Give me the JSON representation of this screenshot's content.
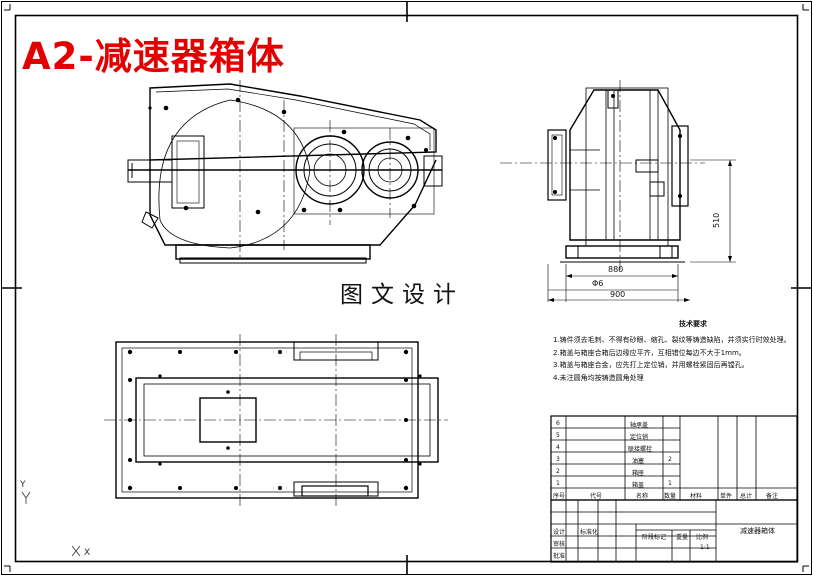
{
  "title": "A2-减速器箱体",
  "watermark": "图文设计",
  "notes": {
    "title": "技术要求",
    "items": [
      "1.铸件须去毛刺、不得有砂眼、缩孔、裂纹等铸造缺陷，并须实行时效处理。",
      "2.箱盖与箱座合箱后边缘应平齐，互相错位每边不大于1mm。",
      "3.箱盖与箱座合金，应先打上定位销，并用螺栓紧固后再镗孔。",
      "4.未注圆角均按铸造圆角处理"
    ]
  },
  "dimensions": {
    "height": "510",
    "width_inner": "880",
    "phi": "Φ6",
    "width_total": "900"
  },
  "parts_table": {
    "rows": [
      {
        "no": "6",
        "name": "轴承盖"
      },
      {
        "no": "5",
        "name": "定位销"
      },
      {
        "no": "4",
        "name": "联接螺栓"
      },
      {
        "no": "3",
        "name": "油塞",
        "qty": "2"
      },
      {
        "no": "2",
        "name": "箱座"
      },
      {
        "no": "1",
        "name": "箱盖",
        "qty": "1"
      }
    ],
    "header": [
      "序号",
      "代号",
      "名称",
      "数量",
      "材料",
      "单件",
      "总计",
      "备注"
    ]
  },
  "title_block": {
    "drawing_name": "减速器箱体",
    "labels": [
      "设计",
      "审核",
      "批准",
      "标准化",
      "阶段标记",
      "重量",
      "比例"
    ],
    "scale": "1:1"
  },
  "ucs": {
    "y_label": "Y",
    "x_label": "X"
  }
}
